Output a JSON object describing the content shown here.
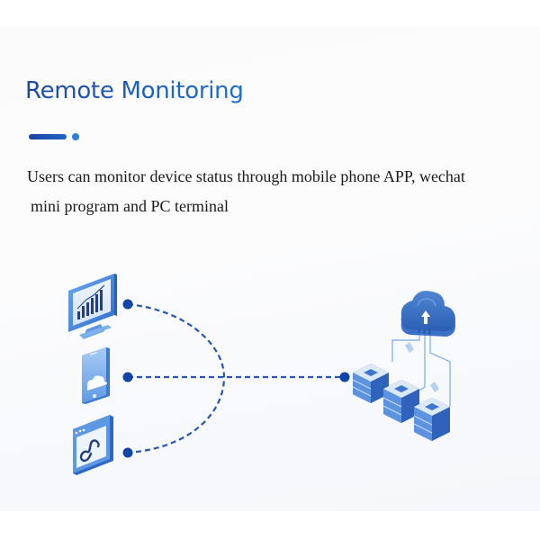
{
  "section": {
    "title": "Remote Monitoring",
    "description_line1": "Users can monitor device status through mobile phone APP, wechat",
    "description_line2": "mini program and PC terminal"
  },
  "diagram": {
    "clients": [
      {
        "name": "pc-terminal",
        "icon": "desktop-monitor-chart-icon"
      },
      {
        "name": "mobile-phone-app",
        "icon": "smartphone-cloud-icon"
      },
      {
        "name": "wechat-mini-program",
        "icon": "mini-program-window-icon"
      }
    ],
    "target": {
      "name": "cloud-server-cluster",
      "icon": "cloud-servers-icon"
    }
  },
  "colors": {
    "title_start": "#1c4aa6",
    "title_end": "#1e6fd0",
    "accent": "#2a7ce0",
    "connector": "#1f4fa8",
    "icon_blue": "#3f7fd6",
    "icon_light": "#bcd6f5"
  }
}
